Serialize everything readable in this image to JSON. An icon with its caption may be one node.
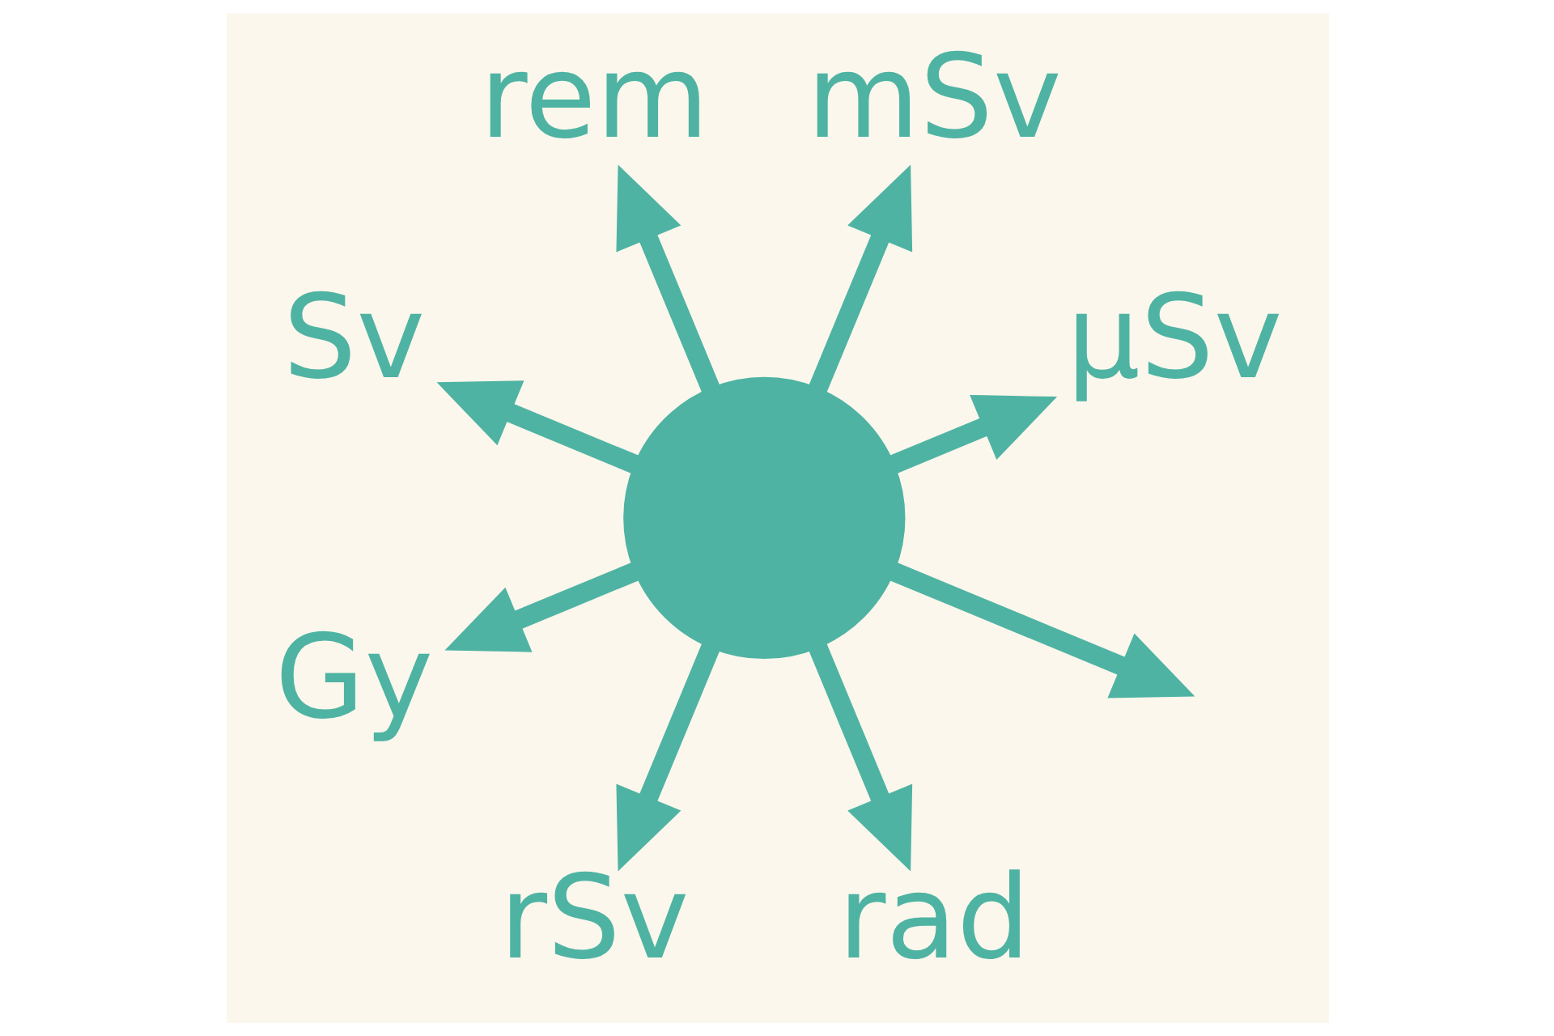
{
  "diagram": {
    "nodes": [
      {
        "text": [],
        "shape": "circle"
      },
      {
        "text": [
          "μSv"
        ]
      },
      {
        "text": [
          "mSv"
        ]
      },
      {
        "text": [
          "rem"
        ]
      },
      {
        "text": [
          "Sv"
        ]
      },
      {
        "text": [
          "Gy"
        ]
      },
      {
        "text": [
          "rSv"
        ]
      },
      {
        "text": [
          "rad"
        ]
      }
    ],
    "edges": [
      {
        "from": 0,
        "to": 1,
        "arrow": "to"
      },
      {
        "from": 0,
        "to": 2,
        "arrow": "to"
      },
      {
        "from": 0,
        "to": 3,
        "arrow": "to"
      },
      {
        "from": 0,
        "to": 4,
        "arrow": "to"
      },
      {
        "from": 0,
        "to": 5,
        "arrow": "to"
      },
      {
        "from": 0,
        "to": 6,
        "arrow": "to"
      },
      {
        "from": 0,
        "to": 7,
        "arrow": "to"
      },
      {
        "from": 0,
        "to": null,
        "arrow": "to"
      }
    ]
  }
}
